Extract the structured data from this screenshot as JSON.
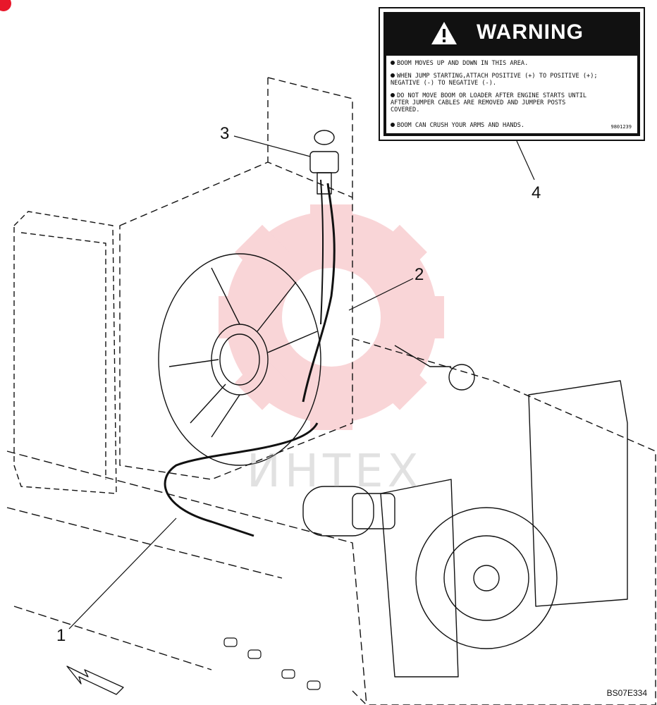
{
  "callouts": {
    "c1": "1",
    "c2": "2",
    "c3": "3",
    "c4": "4"
  },
  "warning_decal": {
    "title": "WARNING",
    "lines": [
      "BOOM MOVES UP AND DOWN IN THIS AREA.",
      "WHEN JUMP STARTING,ATTACH POSITIVE (+) TO POSITIVE (+);\nNEGATIVE (-) TO NEGATIVE (-).",
      "DO NOT MOVE BOOM OR LOADER AFTER ENGINE STARTS UNTIL\nAFTER JUMPER CABLES ARE REMOVED AND JUMPER POSTS\nCOVERED.",
      "BOOM CAN CRUSH YOUR ARMS AND HANDS."
    ],
    "part_code": "9801239"
  },
  "figure_code": "BS07E334",
  "watermark": "ИНТЕХ",
  "colors": {
    "line": "#111111",
    "watermark_red": "#f2a0a6",
    "corner_mark": "#e8172a"
  }
}
